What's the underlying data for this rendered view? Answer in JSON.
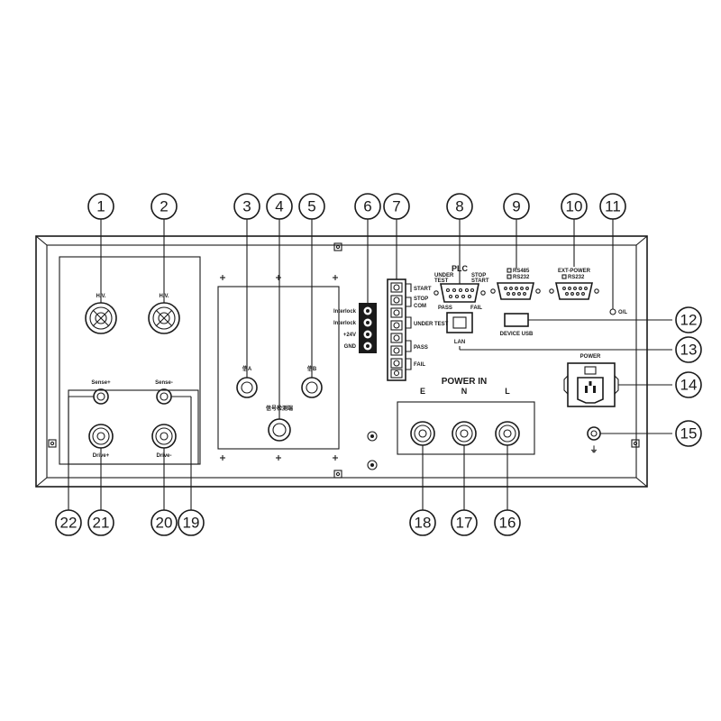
{
  "callouts": [
    "1",
    "2",
    "3",
    "4",
    "5",
    "6",
    "7",
    "8",
    "9",
    "10",
    "11",
    "12",
    "13",
    "14",
    "15",
    "16",
    "17",
    "18",
    "19",
    "20",
    "21",
    "22"
  ],
  "labels": {
    "hv1": "H.V.",
    "hv2": "H.V.",
    "sense_plus_left": "Sense+",
    "sense_minus_right": "Sense-",
    "drive_plus": "Drive+",
    "drive_minus": "Drive-",
    "conn_a": "信A",
    "conn_b": "信B",
    "bnc_center": "信号检测端",
    "interlock1": "Interlock",
    "interlock2": "Interlock",
    "plus24v": "+24V",
    "gnd": "GND",
    "term_start": "START",
    "term_stop": "STOP",
    "term_com": "COM",
    "term_under_test": "UNDER TEST",
    "term_pass": "PASS",
    "term_fail": "FAIL",
    "plc": "PLC",
    "plc_under": "UNDER",
    "plc_test": "TEST",
    "plc_stop": "STOP",
    "plc_start": "START",
    "plc_pass": "PASS",
    "plc_fail": "FAIL",
    "rs485": "RS485",
    "rs232_1": "RS232",
    "ext_power": "EXT-POWER",
    "rs232_2": "RS232",
    "ol": "O/L",
    "device_usb": "DEVICE USB",
    "lan": "LAN",
    "power": "POWER",
    "power_in": "POWER IN",
    "terminal_e": "E",
    "terminal_n": "N",
    "terminal_l": "L",
    "ground_symbol": "⏚"
  }
}
